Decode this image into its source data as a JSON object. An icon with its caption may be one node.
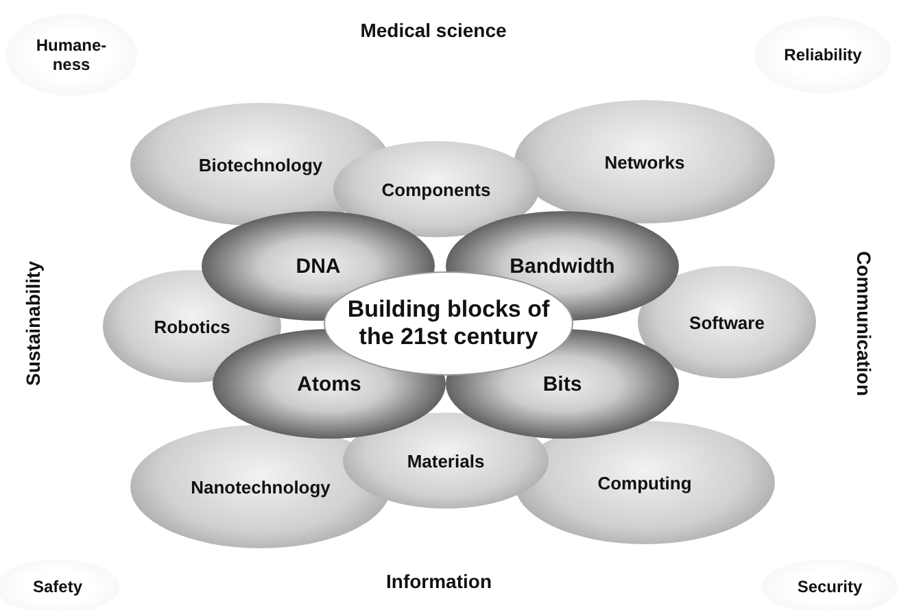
{
  "diagram": {
    "nodes": [
      {
        "text": [
          "Humane- ness"
        ]
      },
      {
        "text": [
          "Reliability"
        ]
      },
      {
        "text": [
          "Biotechnology"
        ]
      },
      {
        "text": [
          "Networks"
        ]
      },
      {
        "text": [
          "Components"
        ]
      },
      {
        "text": [
          "DNA"
        ]
      },
      {
        "text": [
          "Bandwidth"
        ]
      },
      {
        "text": [
          "Robotics"
        ]
      },
      {
        "text": [
          "Building blocks of the 21st century"
        ]
      },
      {
        "text": [
          "Software"
        ]
      },
      {
        "text": [
          "Atoms"
        ]
      },
      {
        "text": [
          "Bits"
        ]
      },
      {
        "text": [
          "Materials"
        ]
      },
      {
        "text": [
          "Nanotechnology"
        ]
      },
      {
        "text": [
          "Computing"
        ]
      },
      {
        "text": [
          "Safety"
        ]
      },
      {
        "text": [
          "Security"
        ]
      }
    ],
    "edges": [],
    "labels": [
      "Medical science",
      "Sustainability",
      "Communication",
      "Information"
    ]
  }
}
